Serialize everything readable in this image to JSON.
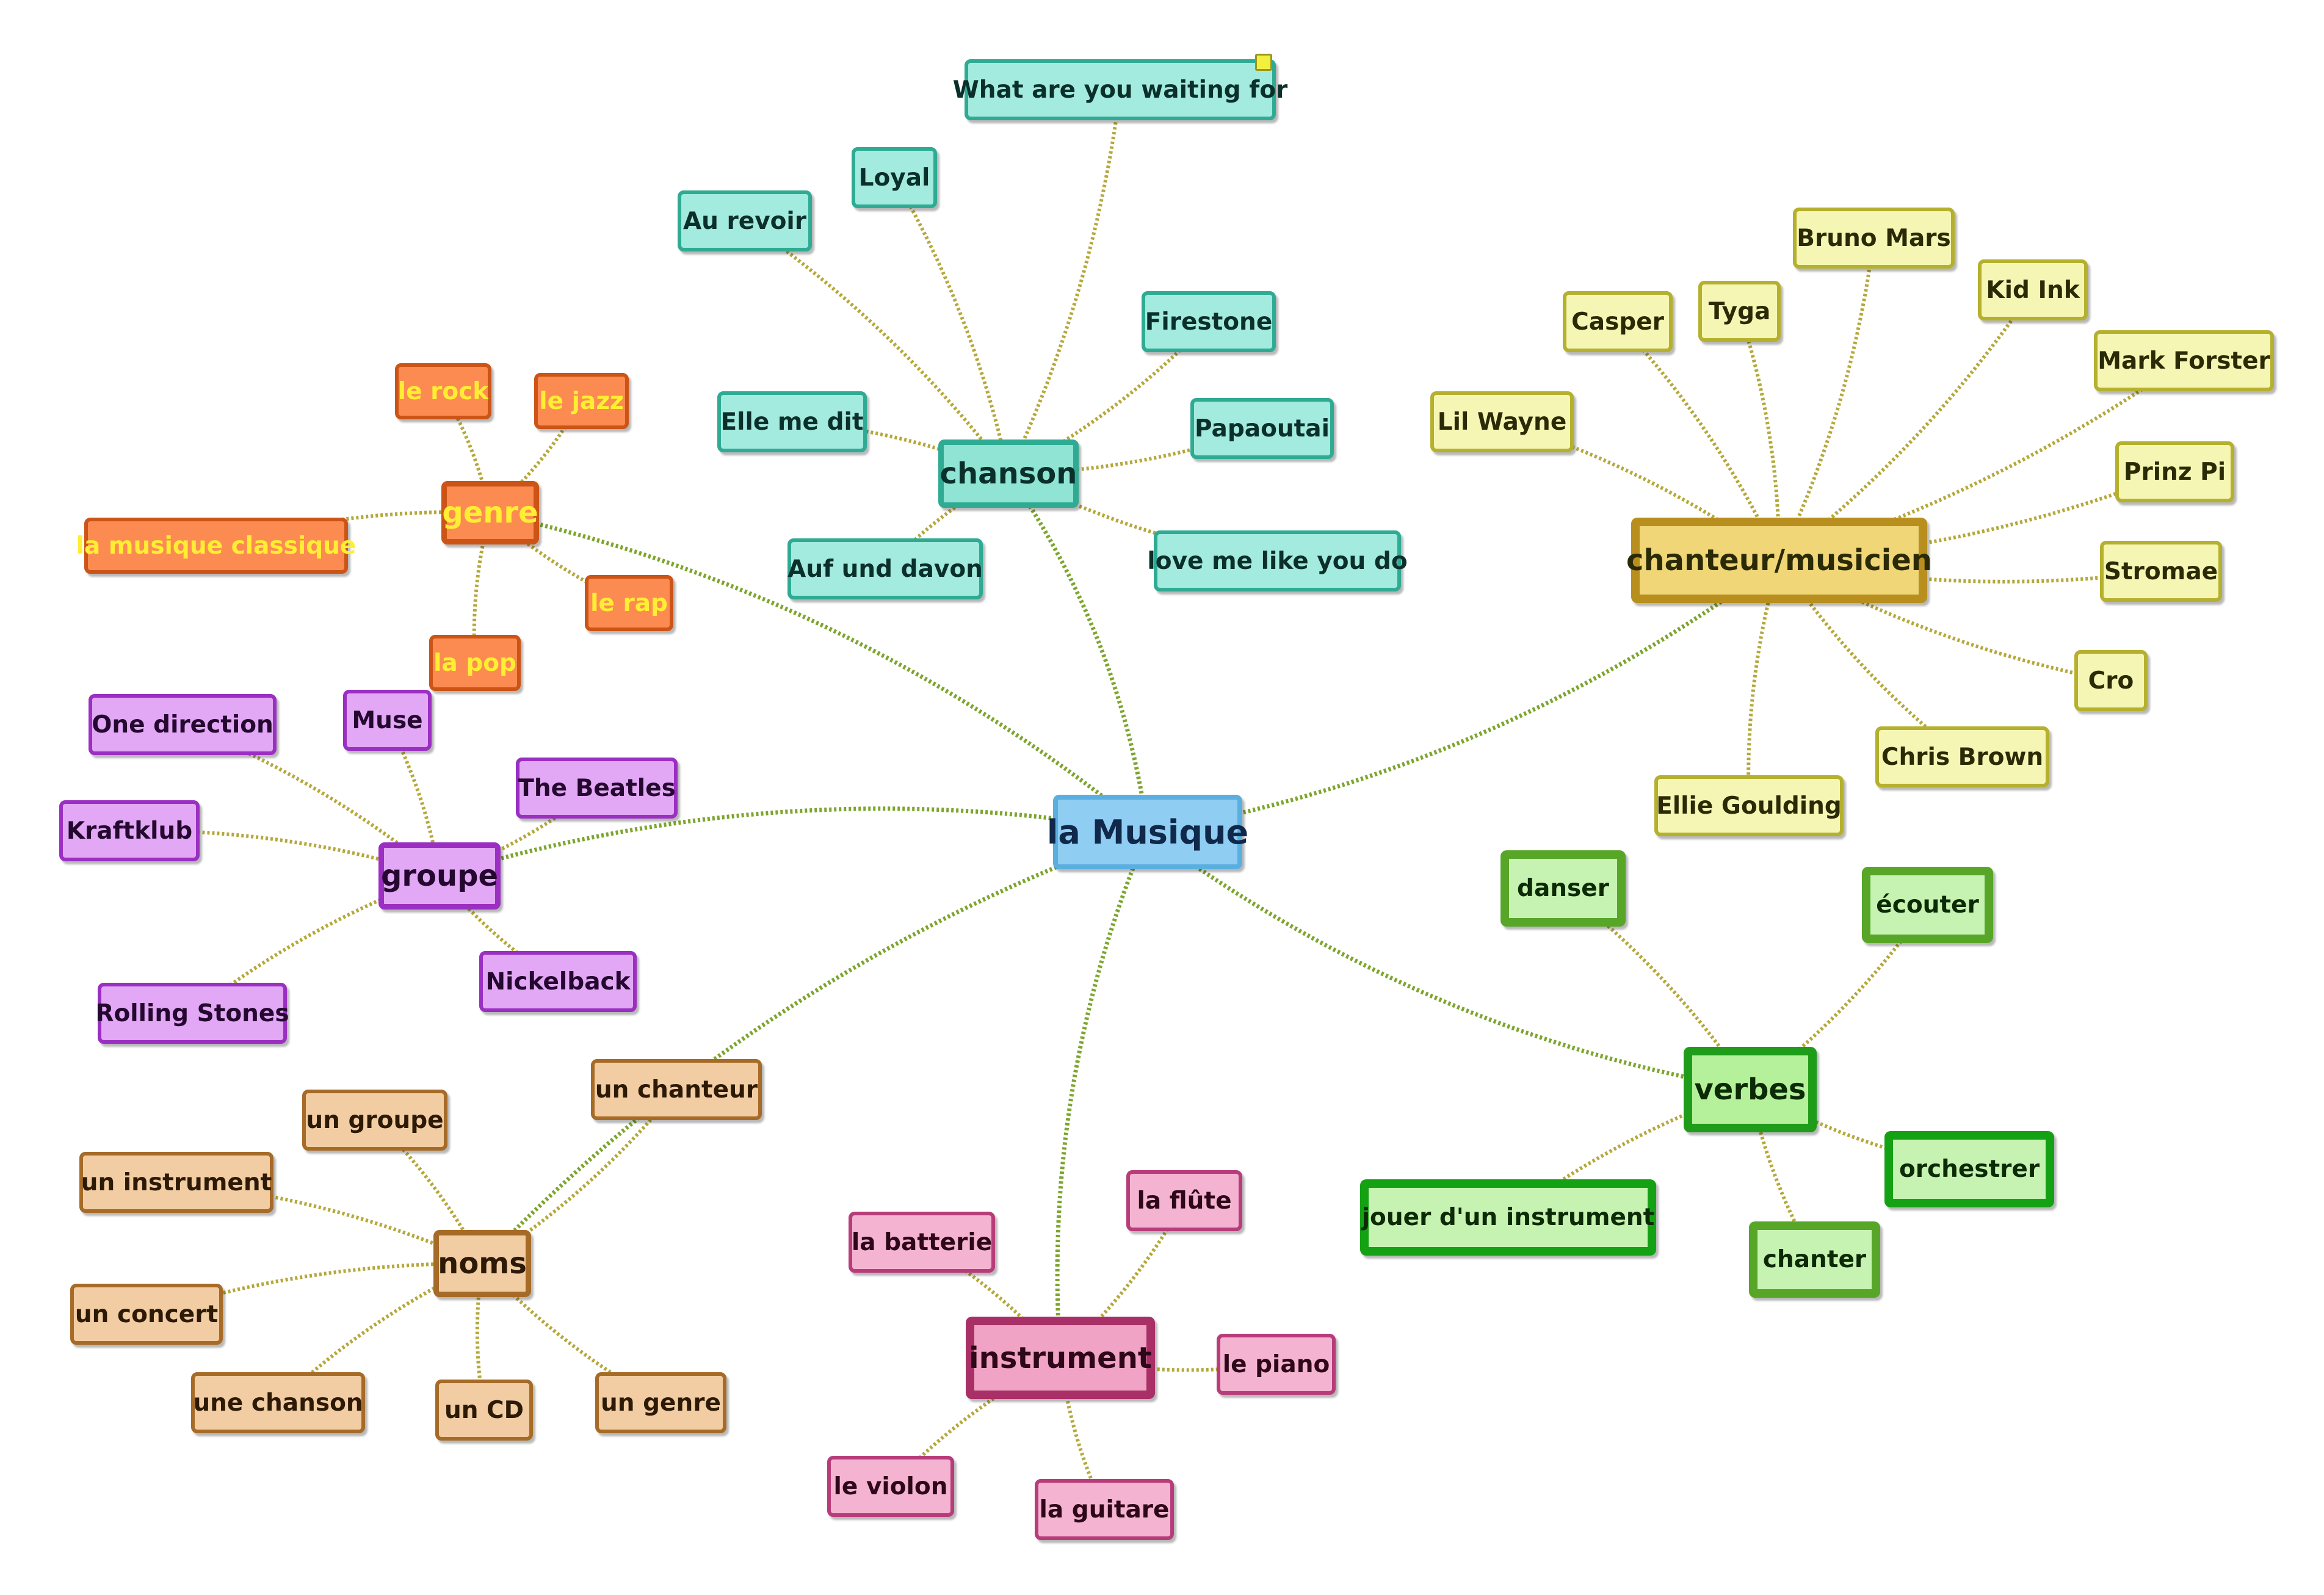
{
  "center": {
    "label": "la Musique"
  },
  "branches": {
    "chanson": {
      "label": "chanson",
      "children": [
        "What are you waiting for",
        "Loyal",
        "Au revoir",
        "Firestone",
        "Elle me dit",
        "Papaoutai",
        "Auf und davon",
        "love me like you do"
      ]
    },
    "chanteur": {
      "label": "chanteur/musicien",
      "children": [
        "Bruno Mars",
        "Tyga",
        "Casper",
        "Kid Ink",
        "Mark Forster",
        "Lil Wayne",
        "Prinz Pi",
        "Stromae",
        "Cro",
        "Chris Brown",
        "Ellie Goulding"
      ]
    },
    "genre": {
      "label": "genre",
      "children": [
        "le rock",
        "le jazz",
        "la musique classique",
        "le rap",
        "la pop"
      ]
    },
    "groupe": {
      "label": "groupe",
      "children": [
        "One direction",
        "Muse",
        "The Beatles",
        "Kraftklub",
        "Nickelback",
        "Rolling Stones"
      ]
    },
    "noms": {
      "label": "noms",
      "children": [
        "un chanteur",
        "un groupe",
        "un instrument",
        "un concert",
        "une chanson",
        "un CD",
        "un genre"
      ]
    },
    "instrument": {
      "label": "instrument",
      "children": [
        "la flûte",
        "la batterie",
        "le piano",
        "le violon",
        "la guitare"
      ]
    },
    "verbes": {
      "label": "verbes",
      "children": [
        "danser",
        "écouter",
        "orchestrer",
        "jouer d'un instrument",
        "chanter"
      ]
    }
  },
  "colors": {
    "branch_link": "#7da52d",
    "leaf_link": "#b5a83a",
    "chanson": "#2fab94",
    "chanteur": "#b5b02e",
    "genre": "#cc5416",
    "groupe": "#9a2fc2",
    "noms": "#a66b27",
    "instrument": "#b73d7a",
    "verbes": "#1f9c1a"
  }
}
